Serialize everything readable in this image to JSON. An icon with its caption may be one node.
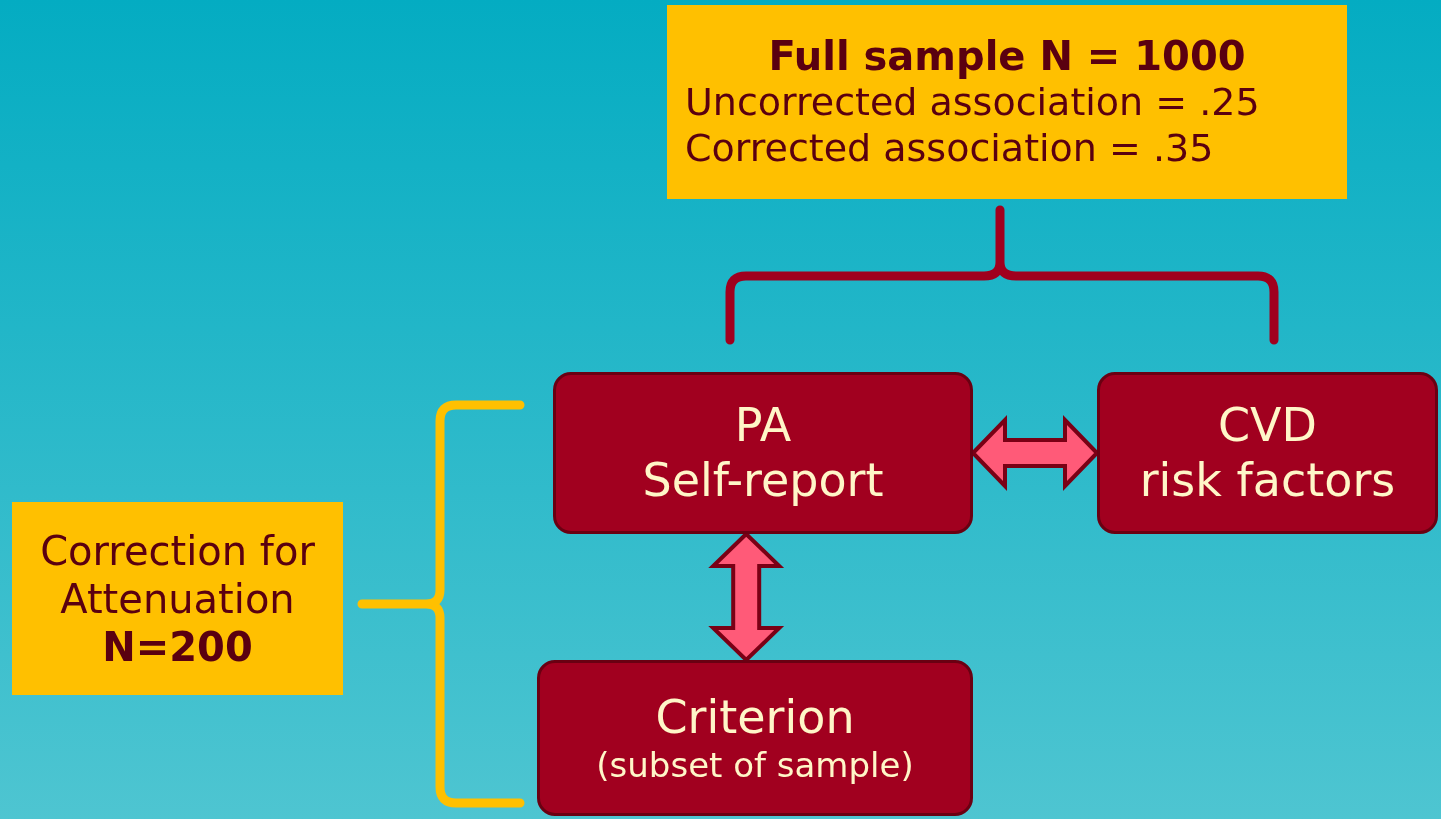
{
  "diagram": {
    "nodes": [
      {
        "text": [
          "Full sample N = 1000",
          "Uncorrected association = .25",
          "Corrected association = .35"
        ]
      },
      {
        "text": [
          "PA",
          "Self-report"
        ]
      },
      {
        "text": [
          "CVD",
          "risk factors"
        ]
      },
      {
        "text": [
          "Criterion",
          "(subset of sample)"
        ]
      },
      {
        "text": [
          "Correction for Attenuation",
          "N=200"
        ]
      }
    ],
    "edges": [
      {
        "from": 1,
        "to": 2,
        "arrow": "both",
        "style": "thick"
      },
      {
        "from": 1,
        "to": 3,
        "arrow": "both",
        "style": "thick"
      }
    ]
  }
}
